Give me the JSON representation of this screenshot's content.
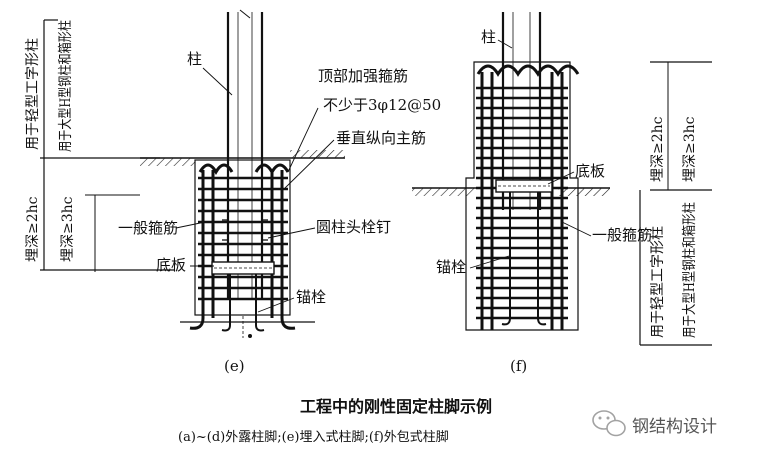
{
  "left_strip": {
    "top_outer": "用于轻型工字形柱",
    "top_inner": "用于大型H型钢柱和箱形柱",
    "bottom_outer": "埋深≥2hc",
    "bottom_inner": "埋深≥3hc"
  },
  "right_strip": {
    "top_outer": "埋深≥2hc",
    "top_inner": "埋深≥3hc",
    "bottom_outer": "用于轻型工字形柱",
    "bottom_inner": "用于大型H型钢柱和箱形柱"
  },
  "diagram_e": {
    "column": "柱",
    "top_stirrup_line1": "顶部加强箍筋",
    "top_stirrup_line2": "不少于3φ12@50",
    "vertical_rebar": "垂直纵向主筋",
    "stirrup": "一般箍筋",
    "stud": "圆柱头栓钉",
    "base_plate": "底板",
    "anchor": "锚栓",
    "label": "(e)"
  },
  "diagram_f": {
    "column": "柱",
    "base_plate": "底板",
    "stirrup": "一般箍筋",
    "anchor": "锚栓",
    "label": "(f)"
  },
  "caption": {
    "title": "工程中的刚性固定柱脚示例",
    "subtitle": "(a)~(d)外露柱脚;(e)埋入式柱脚;(f)外包式柱脚"
  },
  "watermark": {
    "text": "钢结构设计",
    "icon": "wechat-icon"
  }
}
